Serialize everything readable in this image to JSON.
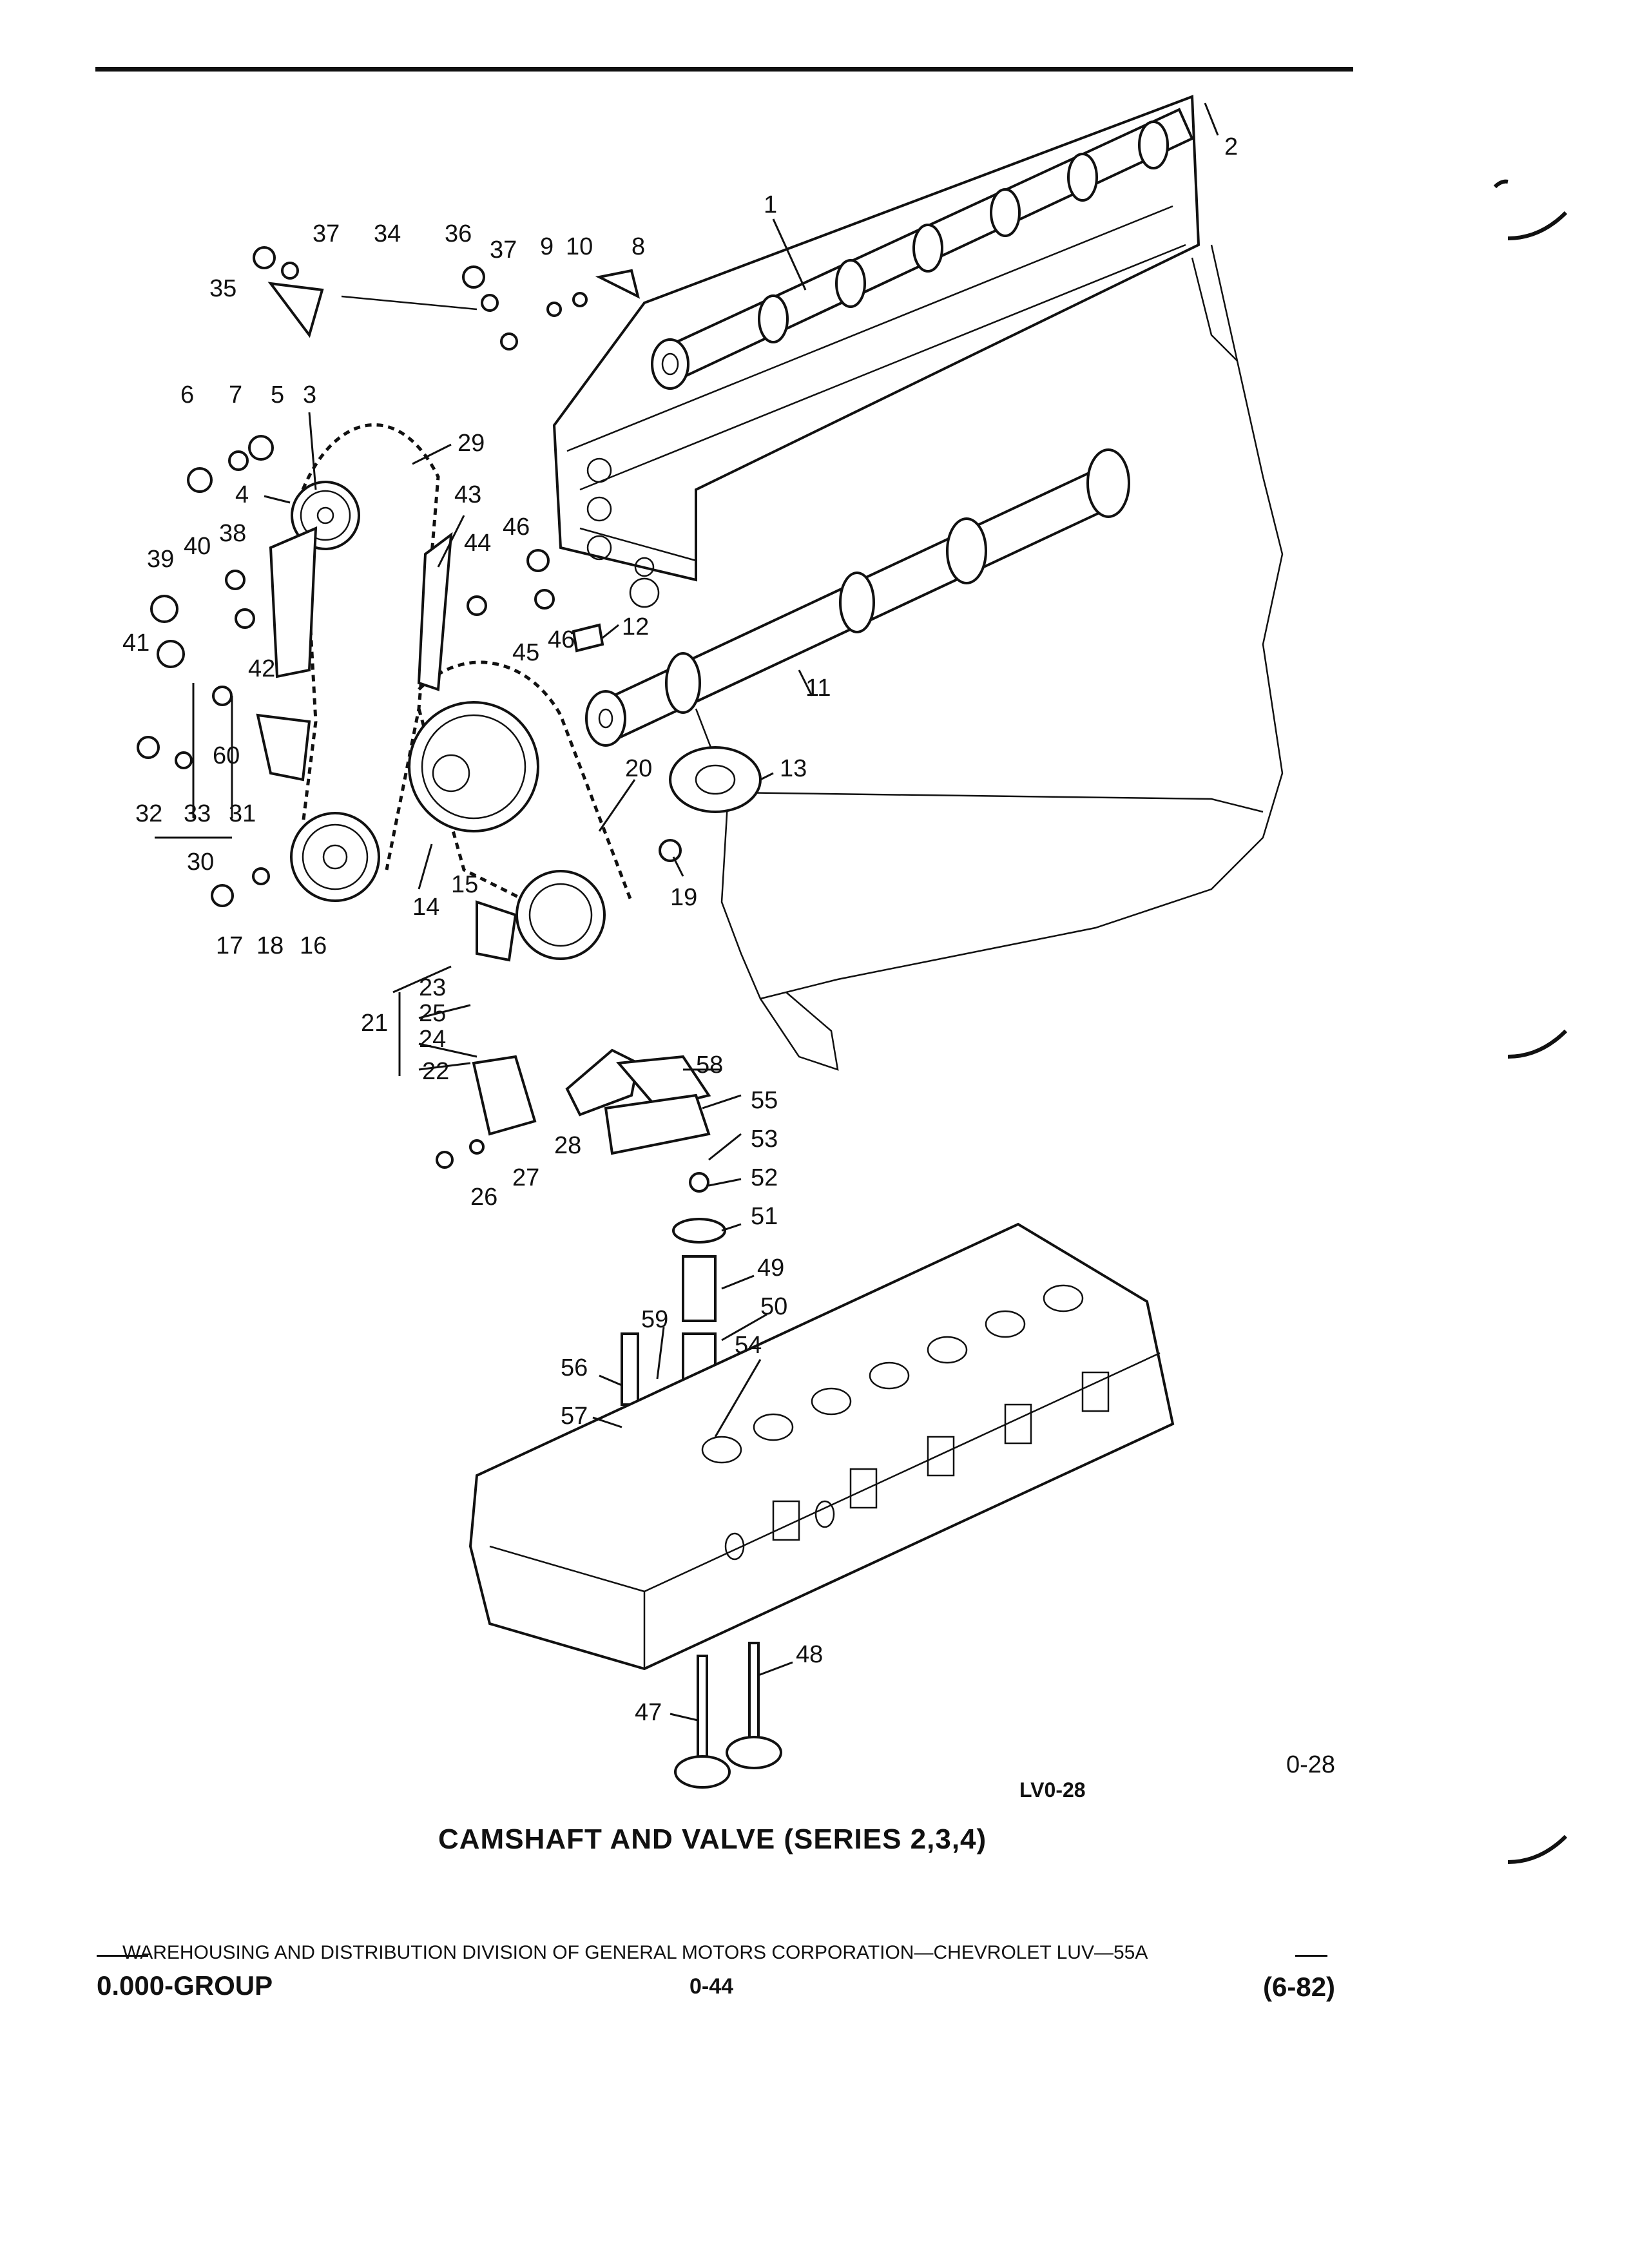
{
  "figure": {
    "title": "CAMSHAFT AND VALVE (SERIES 2,3,4)",
    "code": "LV0-28",
    "page_ref": "0-28"
  },
  "footer": {
    "line": "WAREHOUSING AND DISTRIBUTION  DIVISION OF GENERAL MOTORS CORPORATION—CHEVROLET LUV—55A",
    "group": "0.000-GROUP",
    "page": "0-44",
    "date": "(6-82)"
  },
  "callouts": [
    {
      "id": "callout-1",
      "text": "1"
    },
    {
      "id": "callout-2",
      "text": "2"
    },
    {
      "id": "callout-3",
      "text": "3"
    },
    {
      "id": "callout-4",
      "text": "4"
    },
    {
      "id": "callout-5",
      "text": "5"
    },
    {
      "id": "callout-6",
      "text": "6"
    },
    {
      "id": "callout-7",
      "text": "7"
    },
    {
      "id": "callout-8",
      "text": "8"
    },
    {
      "id": "callout-9",
      "text": "9"
    },
    {
      "id": "callout-10",
      "text": "10"
    },
    {
      "id": "callout-11",
      "text": "11"
    },
    {
      "id": "callout-12",
      "text": "12"
    },
    {
      "id": "callout-13",
      "text": "13"
    },
    {
      "id": "callout-14",
      "text": "14"
    },
    {
      "id": "callout-15",
      "text": "15"
    },
    {
      "id": "callout-16",
      "text": "16"
    },
    {
      "id": "callout-17",
      "text": "17"
    },
    {
      "id": "callout-18",
      "text": "18"
    },
    {
      "id": "callout-19",
      "text": "19"
    },
    {
      "id": "callout-20",
      "text": "20"
    },
    {
      "id": "callout-21",
      "text": "21"
    },
    {
      "id": "callout-22",
      "text": "22"
    },
    {
      "id": "callout-23",
      "text": "23"
    },
    {
      "id": "callout-24",
      "text": "24"
    },
    {
      "id": "callout-25",
      "text": "25"
    },
    {
      "id": "callout-26",
      "text": "26"
    },
    {
      "id": "callout-27",
      "text": "27"
    },
    {
      "id": "callout-28",
      "text": "28"
    },
    {
      "id": "callout-29",
      "text": "29"
    },
    {
      "id": "callout-30",
      "text": "30"
    },
    {
      "id": "callout-31",
      "text": "31"
    },
    {
      "id": "callout-32",
      "text": "32"
    },
    {
      "id": "callout-33",
      "text": "33"
    },
    {
      "id": "callout-34",
      "text": "34"
    },
    {
      "id": "callout-35",
      "text": "35"
    },
    {
      "id": "callout-36",
      "text": "36"
    },
    {
      "id": "callout-37a",
      "text": "37"
    },
    {
      "id": "callout-37b",
      "text": "37"
    },
    {
      "id": "callout-38",
      "text": "38"
    },
    {
      "id": "callout-39",
      "text": "39"
    },
    {
      "id": "callout-40",
      "text": "40"
    },
    {
      "id": "callout-41",
      "text": "41"
    },
    {
      "id": "callout-42",
      "text": "42"
    },
    {
      "id": "callout-43",
      "text": "43"
    },
    {
      "id": "callout-44",
      "text": "44"
    },
    {
      "id": "callout-45",
      "text": "45"
    },
    {
      "id": "callout-46a",
      "text": "46"
    },
    {
      "id": "callout-46b",
      "text": "46"
    },
    {
      "id": "callout-47",
      "text": "47"
    },
    {
      "id": "callout-48",
      "text": "48"
    },
    {
      "id": "callout-49",
      "text": "49"
    },
    {
      "id": "callout-50",
      "text": "50"
    },
    {
      "id": "callout-51",
      "text": "51"
    },
    {
      "id": "callout-52",
      "text": "52"
    },
    {
      "id": "callout-53",
      "text": "53"
    },
    {
      "id": "callout-54",
      "text": "54"
    },
    {
      "id": "callout-55",
      "text": "55"
    },
    {
      "id": "callout-56",
      "text": "56"
    },
    {
      "id": "callout-57",
      "text": "57"
    },
    {
      "id": "callout-58",
      "text": "58"
    },
    {
      "id": "callout-59",
      "text": "59"
    },
    {
      "id": "callout-60",
      "text": "60"
    }
  ]
}
